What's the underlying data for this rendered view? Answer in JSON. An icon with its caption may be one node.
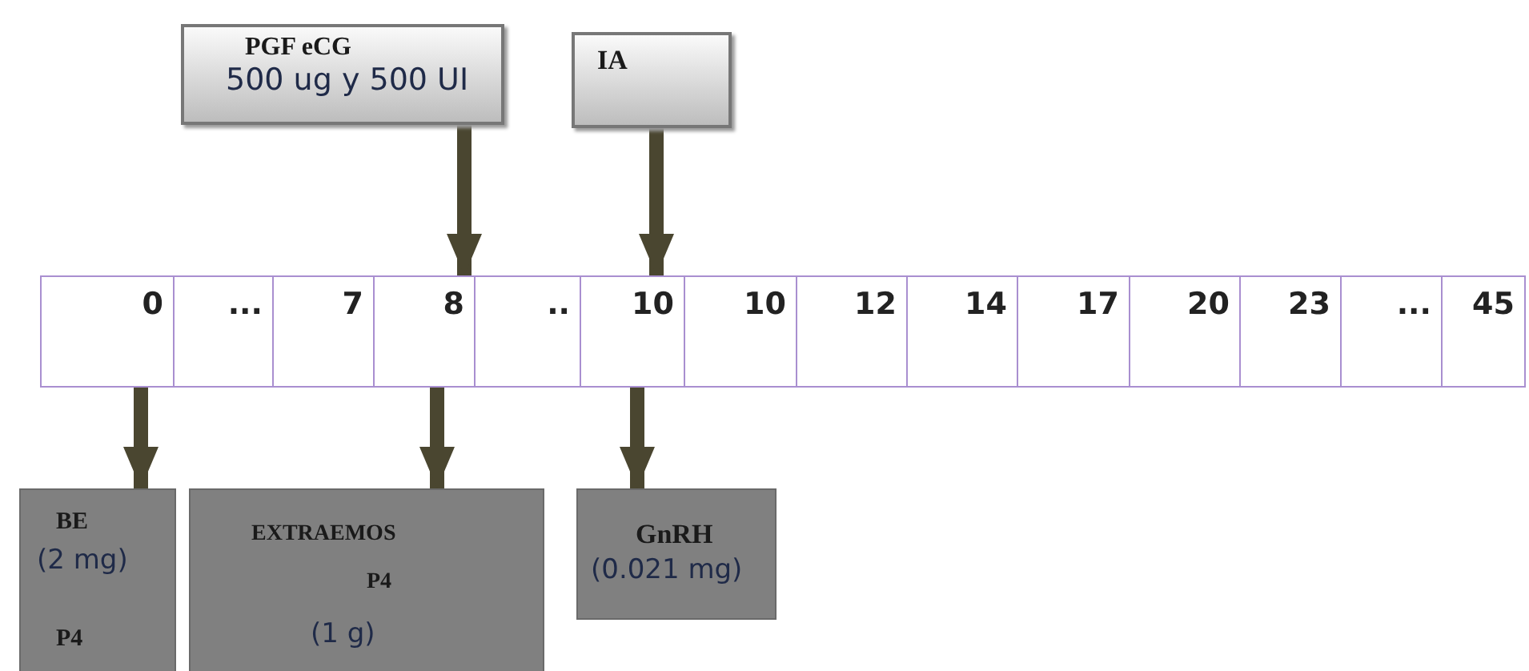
{
  "diagram": {
    "nodes": [
      {
        "text": [
          "PGF eCG",
          "500 ug y 500 UI"
        ]
      },
      {
        "text": [
          "IA"
        ]
      },
      {
        "text": [
          "0"
        ]
      },
      {
        "text": [
          "..."
        ]
      },
      {
        "text": [
          "7"
        ]
      },
      {
        "text": [
          "8"
        ]
      },
      {
        "text": [
          ".."
        ]
      },
      {
        "text": [
          "10"
        ]
      },
      {
        "text": [
          "10"
        ]
      },
      {
        "text": [
          "12"
        ]
      },
      {
        "text": [
          "14"
        ]
      },
      {
        "text": [
          "17"
        ]
      },
      {
        "text": [
          "20"
        ]
      },
      {
        "text": [
          "23"
        ]
      },
      {
        "text": [
          "..."
        ]
      },
      {
        "text": [
          "45"
        ]
      },
      {
        "text": [
          "BE",
          "(2 mg)",
          "P4"
        ]
      },
      {
        "text": [
          "EXTRAEMOS",
          "P4",
          "(1 g)"
        ]
      },
      {
        "text": [
          "GnRH",
          "(0.021 mg)"
        ]
      }
    ],
    "edges": [
      {
        "from": 0,
        "to": 5,
        "arrow": "to"
      },
      {
        "from": 1,
        "to": 7,
        "arrow": "to"
      },
      {
        "from": 2,
        "to": 16,
        "arrow": "to"
      },
      {
        "from": 5,
        "to": 17,
        "arrow": "to"
      },
      {
        "from": 7,
        "to": 18,
        "arrow": "to"
      }
    ]
  }
}
